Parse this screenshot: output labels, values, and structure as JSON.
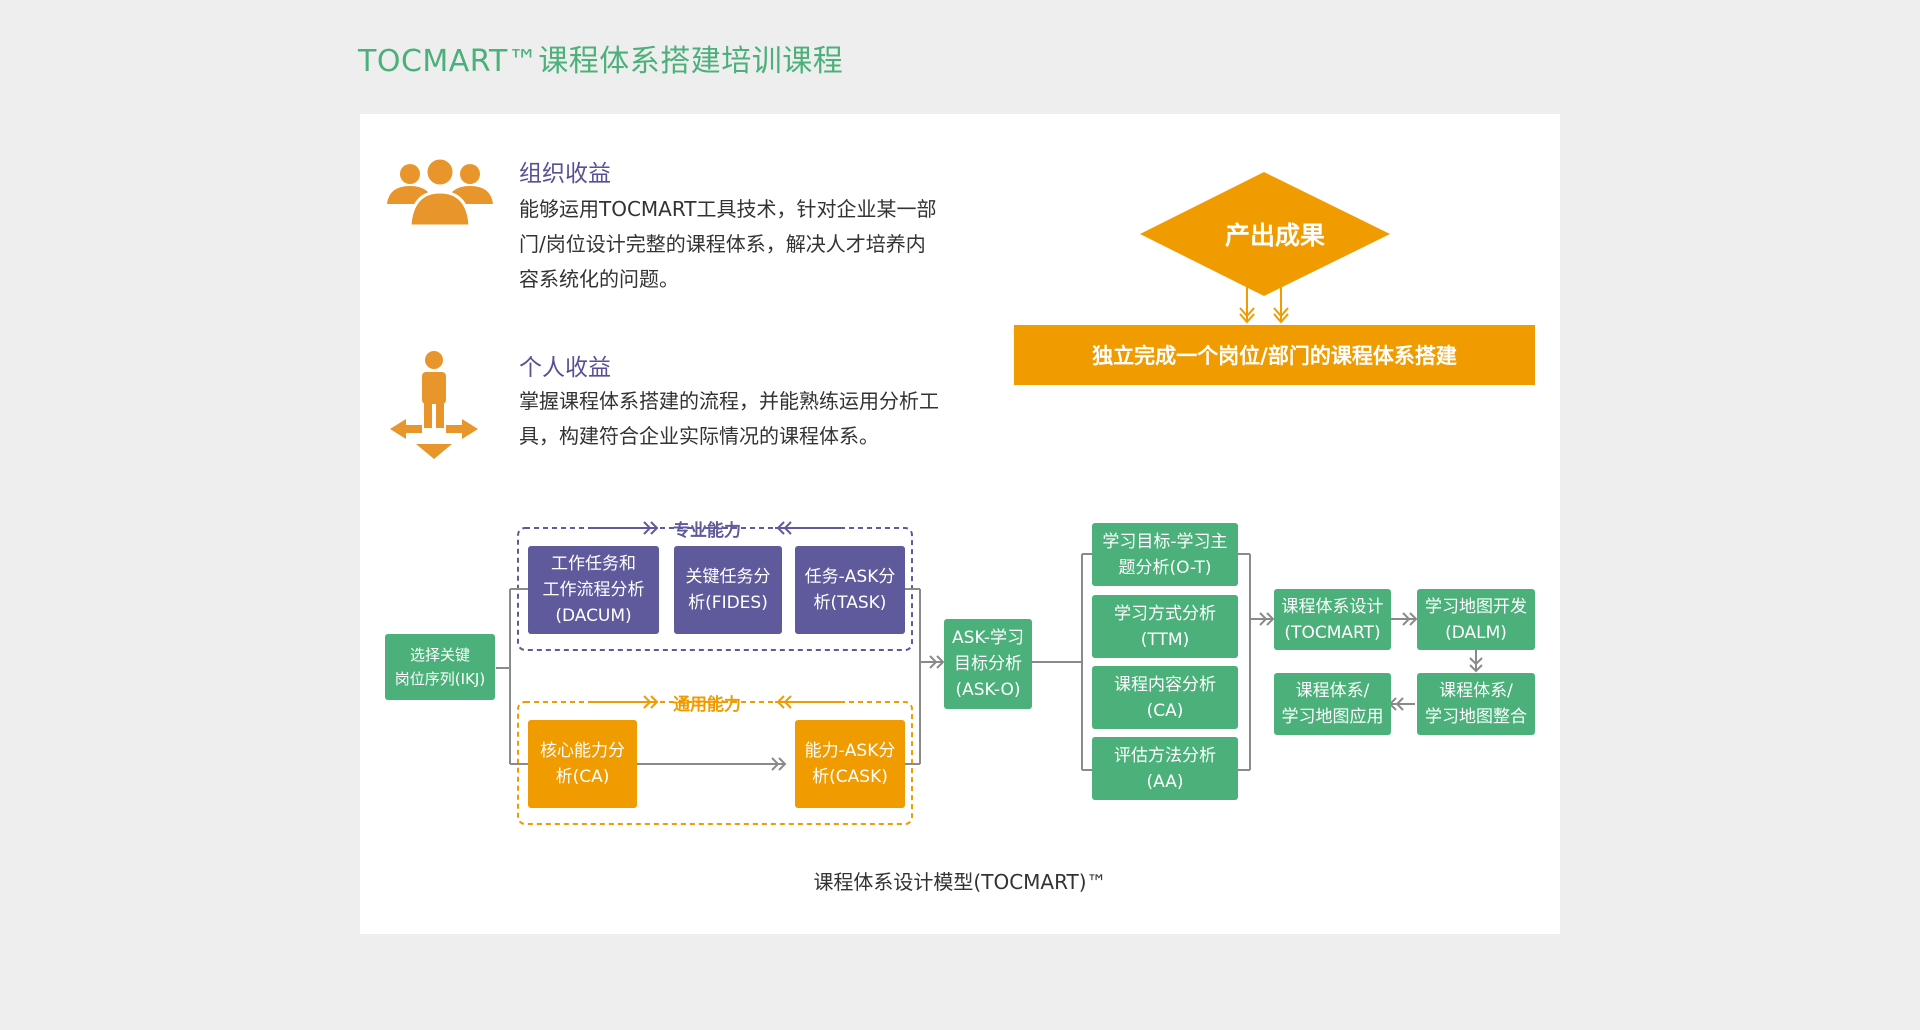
{
  "page_title": "TOCMART™课程体系搭建培训课程",
  "benefits": [
    {
      "title": "组织收益",
      "lines": [
        "能够运用TOCMART工具技术，针对企业某一部",
        "门/岗位设计完整的课程体系，解决人才培养内",
        "容系统化的问题。"
      ],
      "icon": "group-people-icon"
    },
    {
      "title": "个人收益",
      "lines": [
        "掌握课程体系搭建的流程，并能熟练运用分析工",
        "具，构建符合企业实际情况的课程体系。"
      ],
      "icon": "person-directions-icon"
    }
  ],
  "output": {
    "diamond": "产出成果",
    "bar": "独立完成一个岗位/部门的课程体系搭建"
  },
  "diagram": {
    "start": [
      "选择关键",
      "岗位序列(IKJ)"
    ],
    "professional_label": "专业能力",
    "general_label": "通用能力",
    "professional_boxes": [
      [
        "工作任务和",
        "工作流程分析",
        "(DACUM)"
      ],
      [
        "关键任务分",
        "析(FIDES)"
      ],
      [
        "任务-ASK分",
        "析(TASK)"
      ]
    ],
    "general_boxes": [
      [
        "核心能力分",
        "析(CA)"
      ],
      [
        "能力-ASK分",
        "析(CASK)"
      ]
    ],
    "ask": [
      "ASK-学习",
      "目标分析",
      "(ASK-O)"
    ],
    "analysis_boxes": [
      [
        "学习目标-学习主",
        "题分析(O-T)"
      ],
      [
        "学习方式分析",
        "(TTM)"
      ],
      [
        "课程内容分析",
        "(CA)"
      ],
      [
        "评估方法分析",
        "(AA)"
      ]
    ],
    "design": [
      "课程体系设计",
      "(TOCMART)"
    ],
    "map_dev": [
      "学习地图开发",
      "(DALM)"
    ],
    "integrate": [
      "课程体系/",
      "学习地图整合"
    ],
    "apply": [
      "课程体系/",
      "学习地图应用"
    ]
  },
  "caption": "课程体系设计模型(TOCMART)™",
  "colors": {
    "green": "#4bb07a",
    "purple": "#5e5a9c",
    "orange": "#f09b00"
  }
}
